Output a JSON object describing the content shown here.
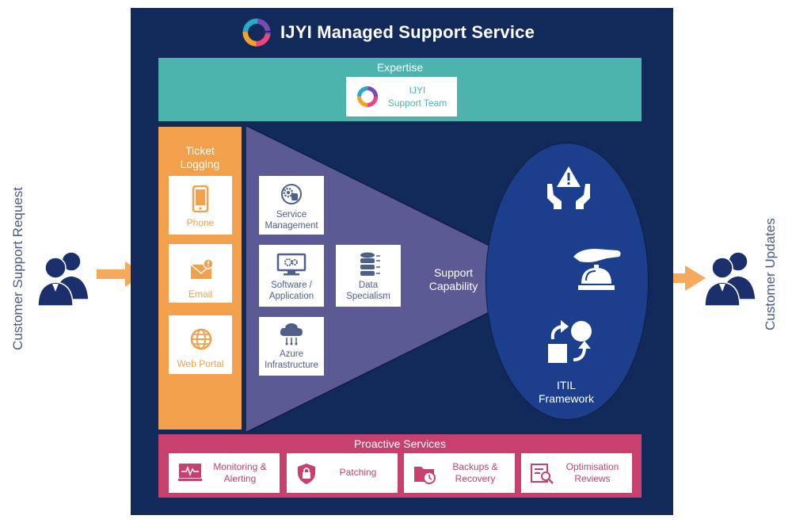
{
  "header": {
    "title": "IJYI Managed Support Service"
  },
  "left_side": {
    "label": "Customer Support Request"
  },
  "right_side": {
    "label": "Customer Updates"
  },
  "expertise": {
    "title": "Expertise",
    "team_line1": "IJYI",
    "team_line2": "Support Team"
  },
  "ticket_logging": {
    "title_line1": "Ticket",
    "title_line2": "Logging",
    "channels": [
      {
        "label": "Phone",
        "icon": "phone-icon"
      },
      {
        "label": "Email",
        "icon": "email-icon"
      },
      {
        "label": "Web Portal",
        "icon": "globe-icon"
      }
    ]
  },
  "capabilities": {
    "items": [
      {
        "line1": "Service",
        "line2": "Management",
        "icon": "service-gear-icon"
      },
      {
        "line1": "Software /",
        "line2": "Application",
        "icon": "software-monitor-icon"
      },
      {
        "line1": "Data",
        "line2": "Specialism",
        "icon": "database-icon"
      },
      {
        "line1": "Azure",
        "line2": "Infrastructure",
        "icon": "cloud-icon"
      }
    ],
    "center_line1": "Support",
    "center_line2": "Capability"
  },
  "itil": {
    "line1": "ITIL",
    "line2": "Framework"
  },
  "proactive": {
    "title": "Proactive Services",
    "items": [
      {
        "line1": "Monitoring &",
        "line2": "Alerting",
        "icon": "monitoring-icon"
      },
      {
        "line1": "Patching",
        "line2": "",
        "icon": "shield-lock-icon"
      },
      {
        "line1": "Backups &",
        "line2": "Recovery",
        "icon": "backup-folder-icon"
      },
      {
        "line1": "Optimisation",
        "line2": "Reviews",
        "icon": "review-search-icon"
      }
    ]
  },
  "colors": {
    "panel": "#122a5a",
    "expertise": "#4db3ad",
    "ticket": "#f2a04b",
    "funnel": "#5c5a94",
    "oval": "#1b3f8c",
    "proactive": "#c8406e",
    "arrow": "#f5a95a",
    "people": "#1a2f6b"
  }
}
